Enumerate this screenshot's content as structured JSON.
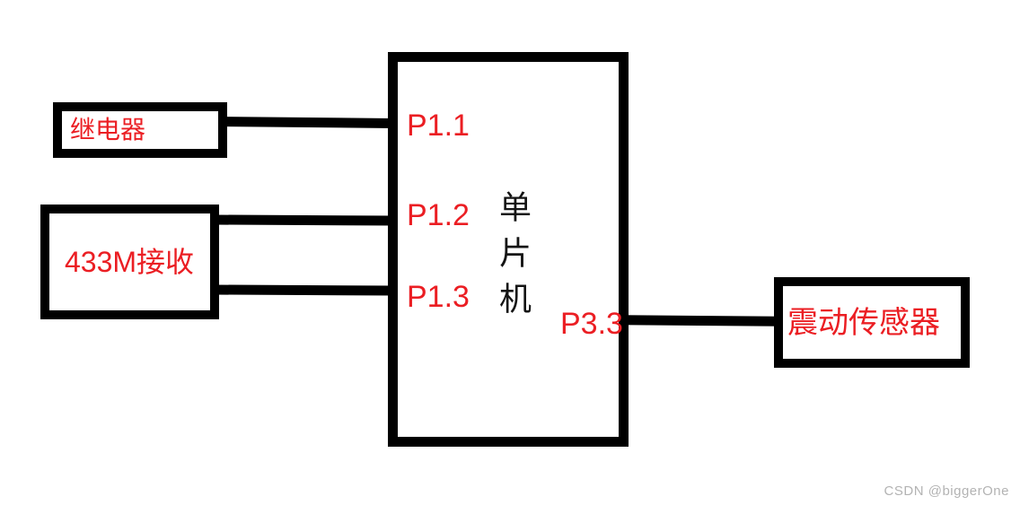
{
  "diagram": {
    "type": "mcu-block-diagram",
    "mcu": {
      "label": "单片机",
      "pins": {
        "p1_1": "P1.1",
        "p1_2": "P1.2",
        "p1_3": "P1.3",
        "p3_3": "P3.3"
      }
    },
    "peripherals": {
      "relay": {
        "label": "继电器",
        "connected_pin": "P1.1",
        "side": "left"
      },
      "receiver_433m": {
        "label": "433M接收",
        "connected_pins": [
          "P1.2",
          "P1.3"
        ],
        "side": "left"
      },
      "vibration_sensor": {
        "label": "震动传感器",
        "connected_pin": "P3.3",
        "side": "right"
      }
    },
    "connections": [
      {
        "from": "继电器",
        "to": "P1.1"
      },
      {
        "from": "433M接收",
        "to": "P1.2"
      },
      {
        "from": "433M接收",
        "to": "P1.3"
      },
      {
        "from": "震动传感器",
        "to": "P3.3"
      }
    ],
    "colors": {
      "wire": "#000000",
      "box_border": "#000000",
      "label_red": "#eb1e23",
      "mcu_text": "#141414",
      "background": "#ffffff"
    }
  },
  "watermark": {
    "text": "CSDN @biggerOne",
    "color": "#b3b3b3"
  }
}
